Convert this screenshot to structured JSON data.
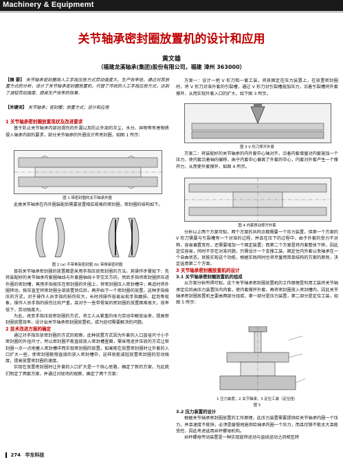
{
  "header": {
    "journal": "Machinery & Equipmemt"
  },
  "article": {
    "title": "关节轴承密封圈放置机的设计和应用",
    "author": "黄文雄",
    "affiliation": "（福建龙溪轴承(集团)股份有限公司，福建 漳州 363000）"
  },
  "abstract": {
    "label": "【摘 要】",
    "text": "关节轴承密封圈用人工手指压放方式劳动强度大、生产效率低。通过对其放置方式的分析，设计了关节轴承密封圈放置机，代替了传统的人工手指压放方式，达到了减轻劳动强度、提高生产效率的效果。"
  },
  "keywords": {
    "label": "【关键词】",
    "text": "关节轴承；密封圈；放置方式；设计和应用"
  },
  "left_col": {
    "s1_heading": "1 关节轴承密封圈放置现状及改进要求",
    "s1_p1": "基于防止关节轴承内部润滑剂的外漏以及防止外部的灰尘、水分、异物等有害物质侵入轴承内部的要求，部分关节轴承的外圈设计有密封圈，如图 1 所示：",
    "fig1_caption": "图 1 带密封圈的关节轴承外圈",
    "s1_p2": "此类关节轴承在内外圈装配后需要放置相应规格的密封圈，密封圈的结构如下。",
    "fig2_caption": "图 2 (a) 不带骨架密封圈    (b) 带骨架密封圈",
    "s1_p3": "目前关节轴承密封圈的放置都是采用手指压放密封圈的方法。其操作步骤如下：先将装配好的关节轴承内套圈轴线与外套圈轴线十字交叉方向，然后手指将密封圈挤压进外圈的密封槽，再用手指按压在密封圈的外圈上，将密封圈压入密封槽中；再适时将外圈转动，按压直至将密封圈全部放置到位后，再开始下一个密封圈的放置。这种手指按压的方式，对于操作人员手指的损伤较大，长时间操作容易出现手指磨损、起泡等现象，操作人员手指的损伤比较严重，且对于一些带骨架的密封圈的放置困难很大，效率低下，劳动强度大。",
    "s1_p4": "为此，改变手指压放密封圈的方式，将工人从繁重的体力劳动中解放出来，提高密封圈放置效率，设计出关节轴承密封圈放置机，成为迫切需要解决的问题。",
    "s2_heading": "2 技术改进方案的确定",
    "s2_p1": "通过对手指压放密封圈的方式的观察，此种放置方式因为外套的入口直径尺寸小于密封圈的外径尺寸，所以密封圈不能直接放入密封槽里面，需采用逐步压放的方式让密封圈一点一点地塞入密封槽中而实现密封圈的放置。如果能在放置密封圈时让外套的入口扩大一些，使密封圈能够直接的放入密封槽中，这样就能减轻放置密封圈的劳动强度，提高放置密封圈的速度。",
    "s2_p2": "实现在放置密封圈时让外套的入口扩大是一个核心思路，确定了新的方案，为此我们制定了两套方案，并通过对现场的观察，确定了两个方案："
  },
  "right_col": {
    "p1": "方案一：设计一把 V 形刀和一套工装，将其固定在压力装置上，在放置密封圈时，将 V 形刀对准外套的引裂槽，通过 V 形刀对引裂槽施加压力，沿着引裂槽将外套撑开，从而实现外套入口的扩大，如下图 3 所示。",
    "fig3_caption": "图 3 V 形刀撑开外套",
    "p2": "方案二：将装配好的关节轴承的内外套中心轴对齐，沿着内套增量对内套施加一个压力，使内套沿着轴向偏移，由于内套中心偏离了外套的中心，内套对外套产生一个撑开力，从而使外套撑开，如图 4 所示。",
    "fig4_caption": "图 4 内套移动撑开外套",
    "p3": "分析以上两个方案可知，两个方案的共同点都需要一个压力装置，但第一个方案的 V 形刀需要与引裂槽有一个对准的过程，并且在压下的过程中，由于外套的受力不对称，容易偏置变形，还需要增加一个固定装置；而第二个方案是将内套整体下移，因此定位容易，同时不存在对准问题，只需设计一个支撑工装，固定住内外套以免轴承在一个自由状态，就能实现这个功能，根据实践同时也将尽量用简单结构的方案的原则，决定选用第二个方案。",
    "s3_heading": "3 关节轴承密封圈放置机的设计",
    "s31_heading": "3.1 关节轴承密封圈放置机的组成",
    "p4": "从方案分析所得可知，这个关节轴承密封圈放置机的工作原理是利用工装将关节轴承定位后由压力装置压内内套，使内套撑开外套，再将密封圈放入密封槽内，因此关节轴承密封圈放置机主要由两部分组成，第一部分是压力装置，第二部分是定位工装，如图 5 所示：",
    "fig5_caption1": "1 压力装置；2 关节轴承；3 定位工装（定位座）",
    "fig5_caption2": "图 5",
    "s32_heading": "3.2 压力装置的设计",
    "p5": "根据关节轴承密封圈放置的工作原理，此压力装置需要提供给关节轴承内圈一个压力，并且速度不能快，必须是缓慢地施供给轴承内圈一个压力，而且仅够不能太大且能受控，因此考虑选用丝杆螺母机构。",
    "p6": "丝杆螺母传动装置是一种实现旋转运动与直线运动之间相互转"
  },
  "footer": {
    "page": "274",
    "journal_cn": "华东科技"
  }
}
